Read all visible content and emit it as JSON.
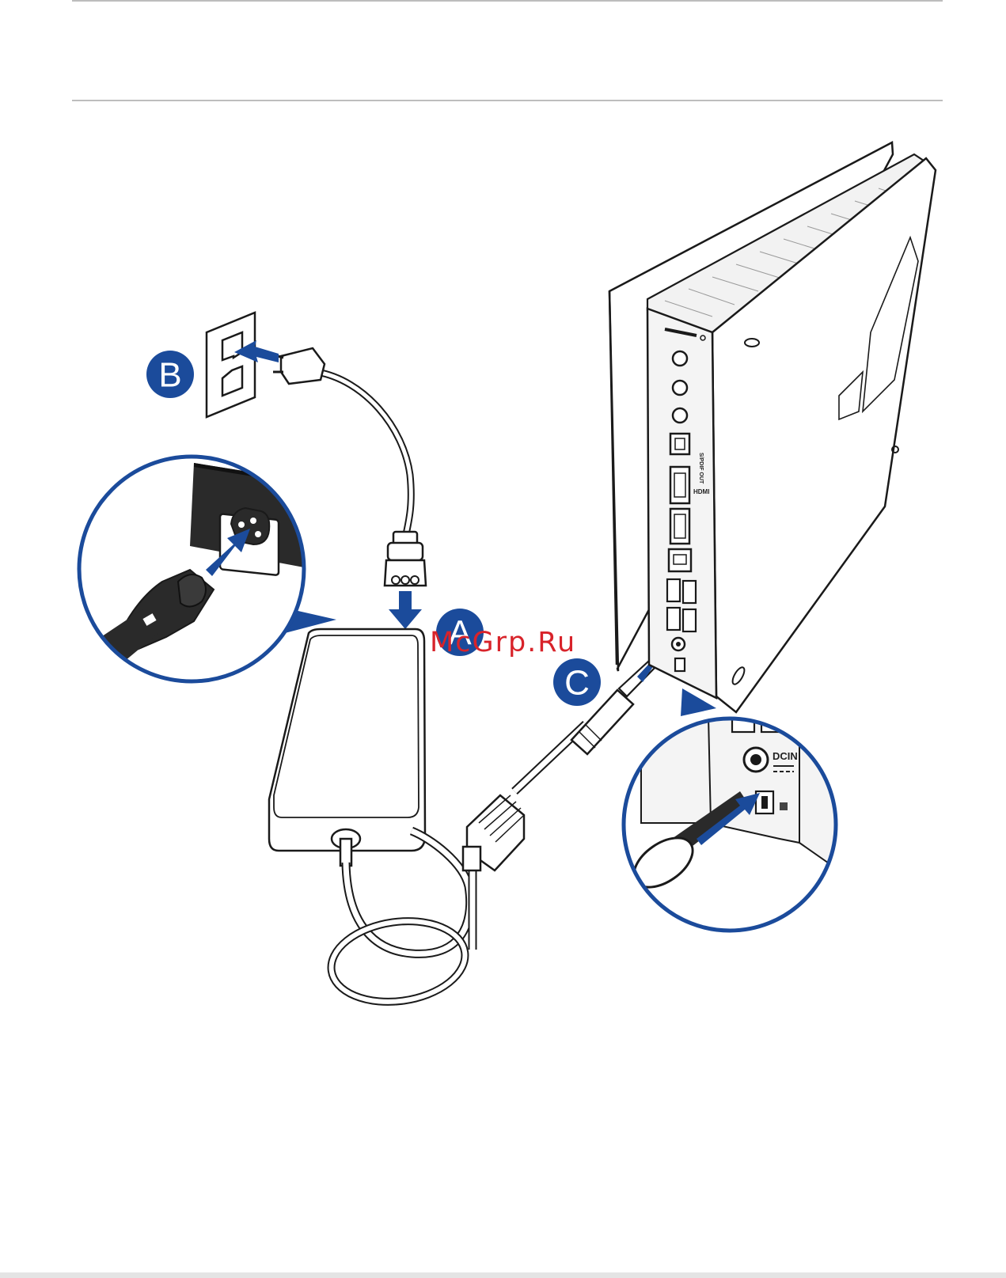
{
  "steps": {
    "a": {
      "label": "A"
    },
    "b": {
      "label": "B"
    },
    "c": {
      "label": "C"
    }
  },
  "ports": {
    "hdmi": "HDMI",
    "spdif": "S/PDIF OUT",
    "dcin": "DCIN"
  },
  "watermark": "McGrp.Ru",
  "colors": {
    "accent": "#1b4b9b",
    "outline": "#1a1a1a",
    "device_face": "#f4f4f4"
  }
}
